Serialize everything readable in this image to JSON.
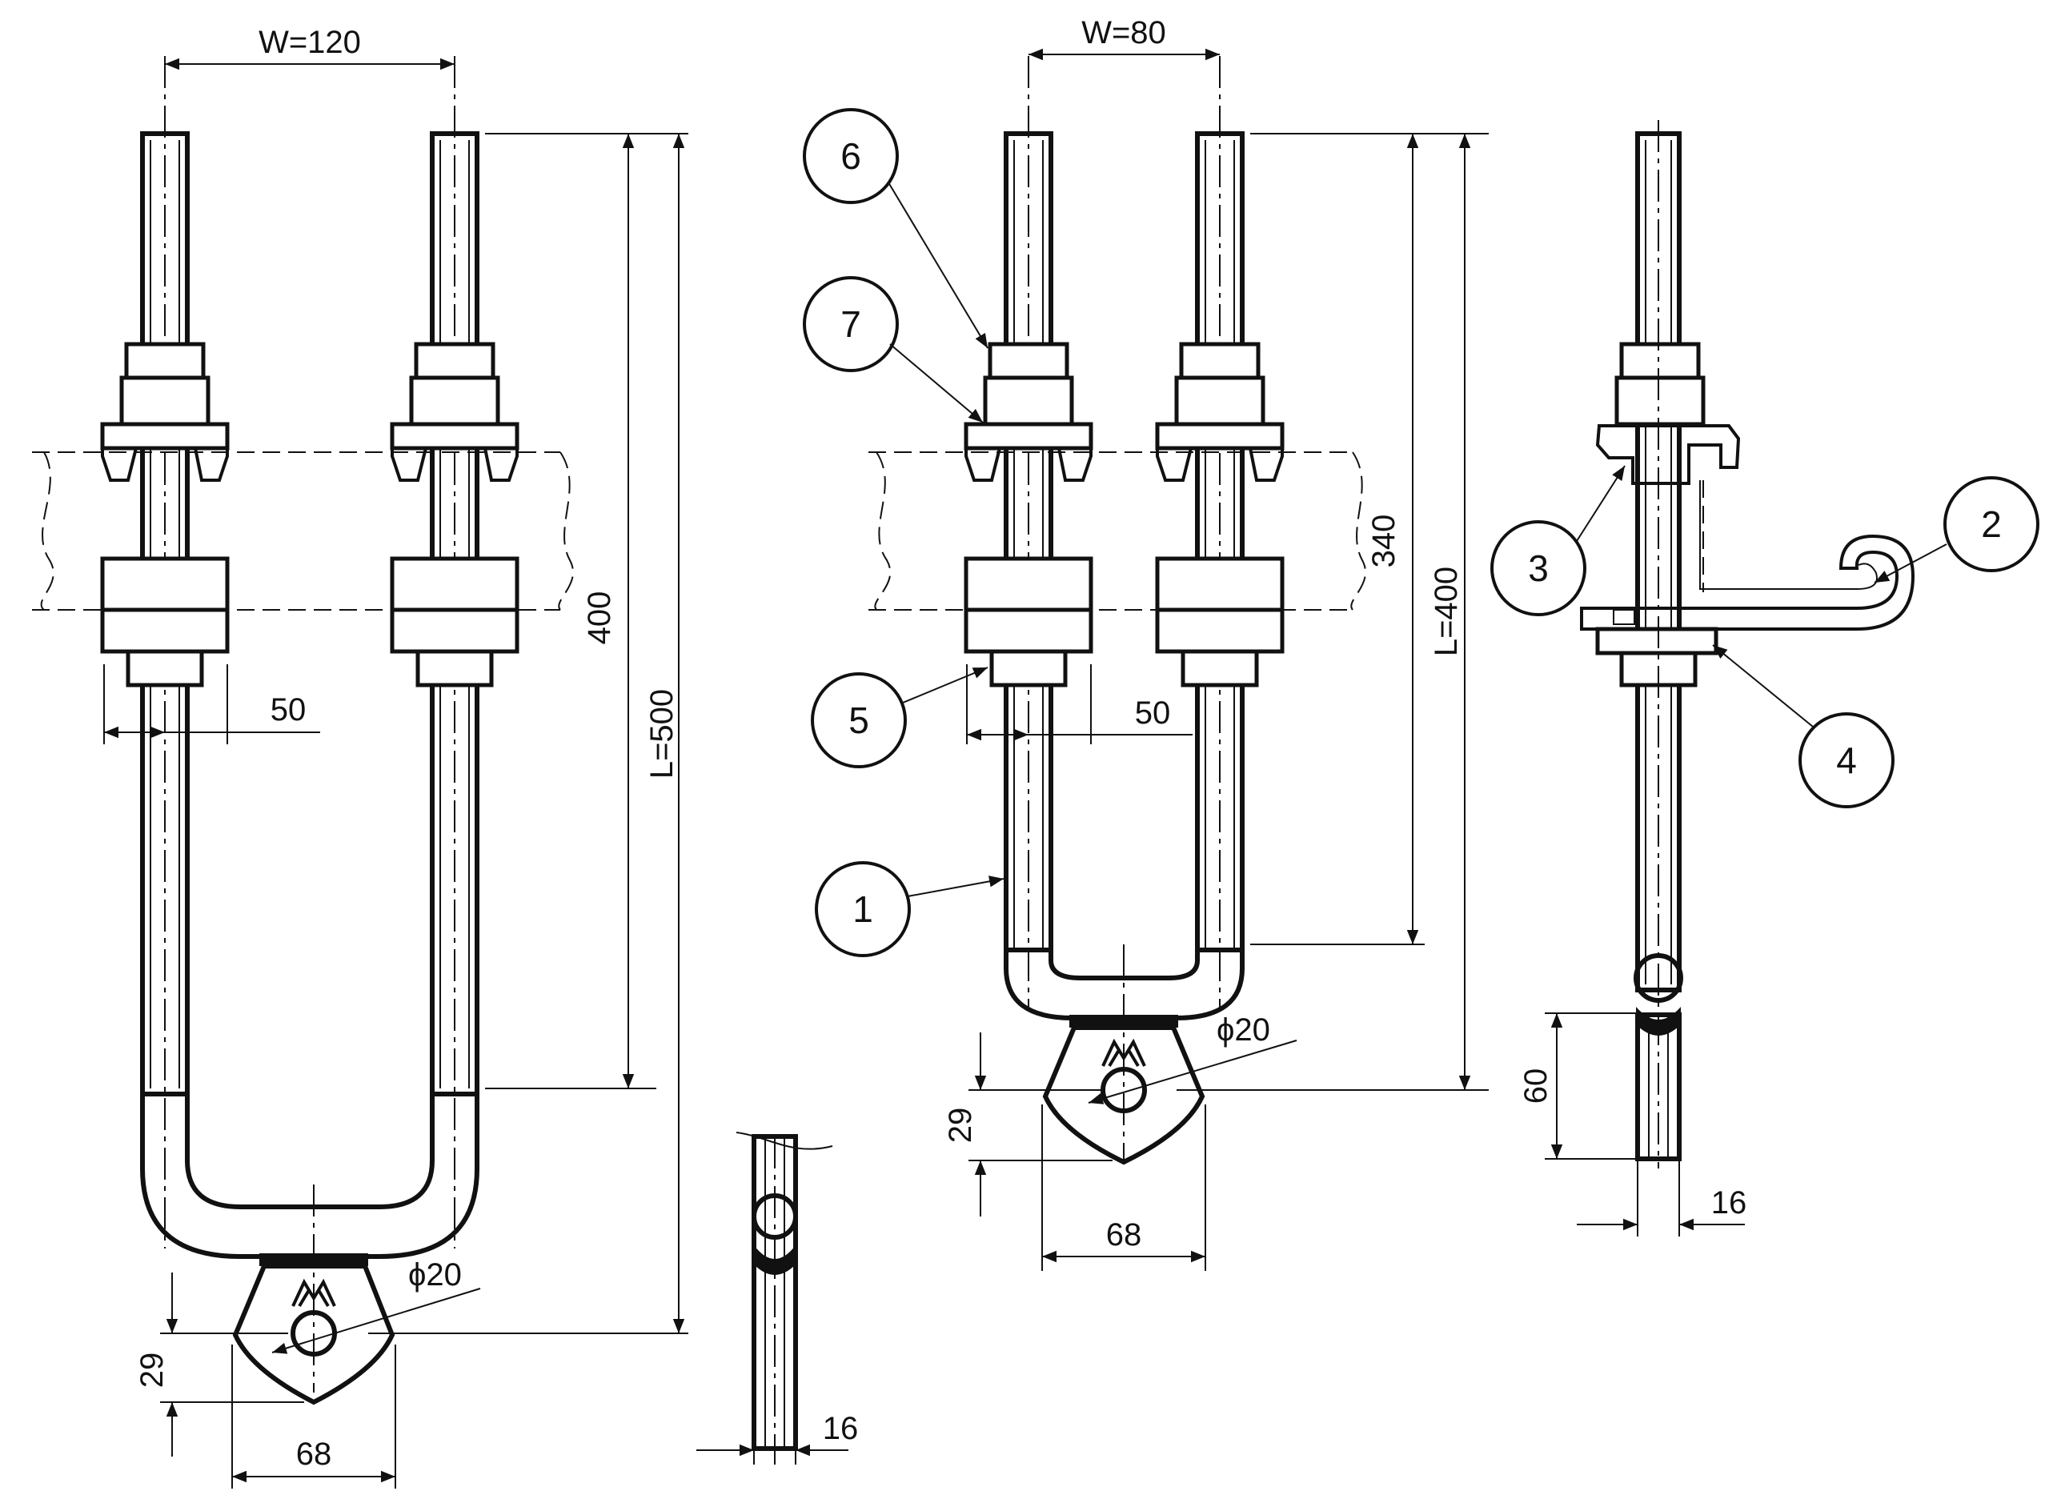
{
  "colors": {
    "ink": "#111111",
    "background": "#ffffff"
  },
  "views": {
    "view_a": {
      "width_label": "W=120",
      "span_label": "400",
      "length_label": "L=500",
      "pitch_label": "50",
      "hole_label": "ϕ20",
      "eye_height_label": "29",
      "eye_width_label": "68"
    },
    "view_b": {
      "width_label": "W=80",
      "span_label": "340",
      "length_label": "L=400",
      "pitch_label": "50",
      "hole_label": "ϕ20",
      "eye_height_label": "29",
      "eye_width_label": "68"
    },
    "side_view_small": {
      "thickness_label": "16"
    },
    "side_view_right": {
      "eye_length_label": "60",
      "thickness_label": "16"
    }
  },
  "callouts": {
    "c1": "1",
    "c2": "2",
    "c3": "3",
    "c4": "4",
    "c5": "5",
    "c6": "6",
    "c7": "7"
  }
}
